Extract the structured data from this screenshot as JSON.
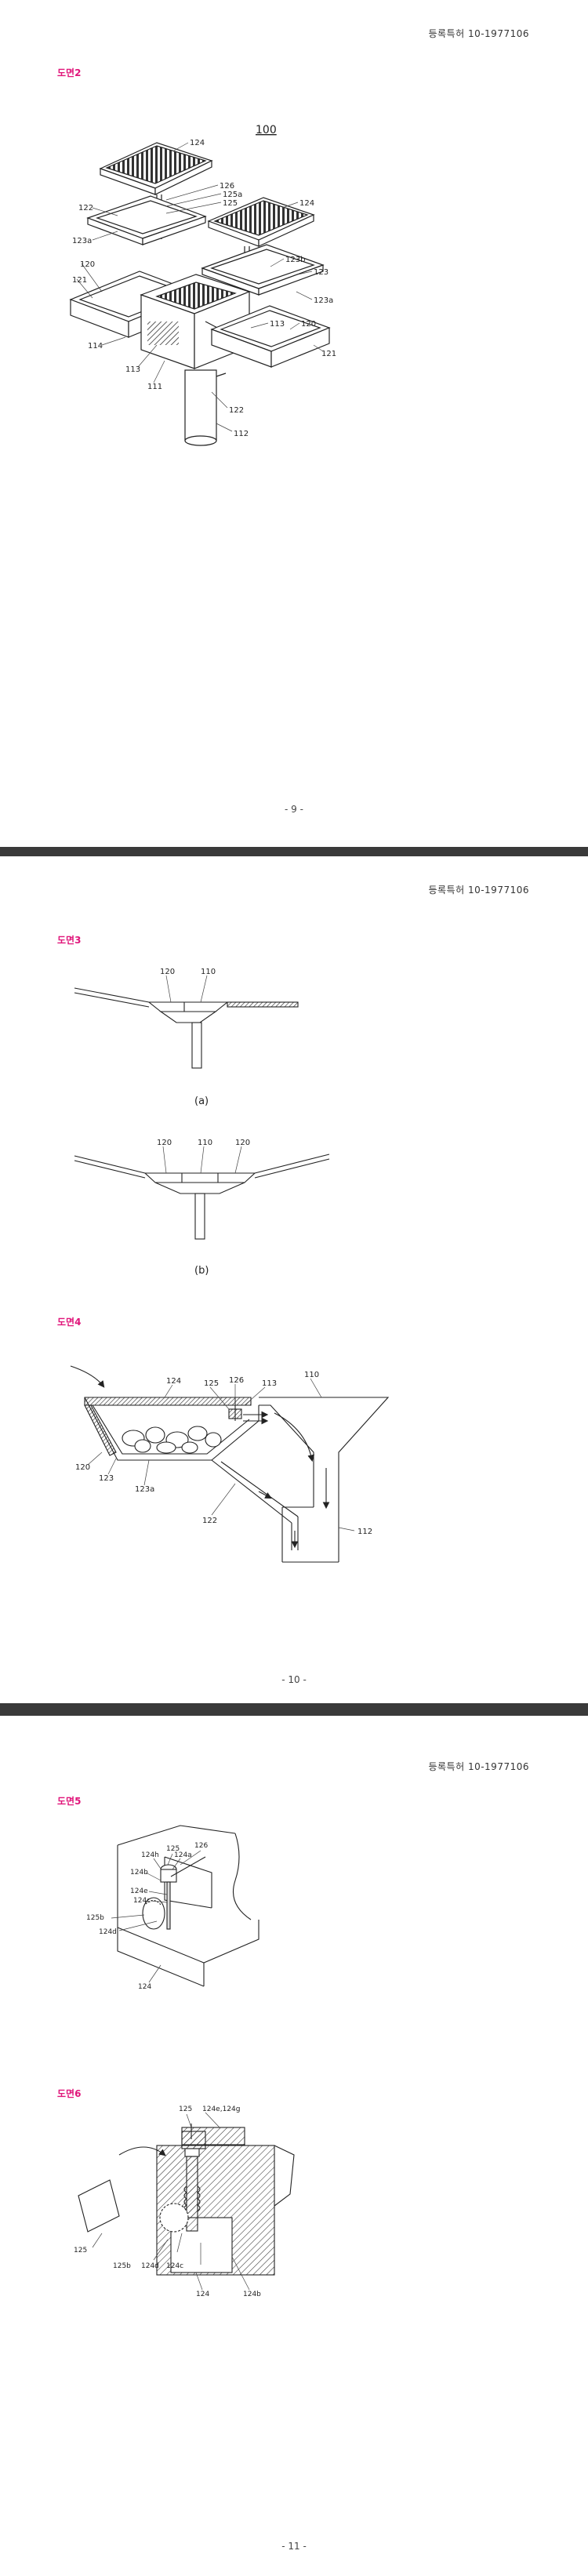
{
  "header_text": "등록특허 10-1977106",
  "pages": [
    {
      "figure_label": "도면2",
      "page_number": "- 9 -",
      "labels": {
        "main": "100",
        "l124a": "124",
        "l126": "126",
        "l125a": "125a",
        "l125": "125",
        "l122": "122",
        "l123a": "123a",
        "l124b": "124",
        "l120": "120",
        "l121": "121",
        "l123b": "123b",
        "l123": "123",
        "l123a2": "123a",
        "l114": "114",
        "l113": "113",
        "l111": "111",
        "l113b": "113",
        "l120b": "120",
        "l121b": "121",
        "l122b": "122",
        "l112": "112"
      }
    },
    {
      "figure_label": "도면3",
      "figure_label_2": "도면4",
      "page_number": "- 10 -",
      "sub_a": "(a)",
      "sub_b": "(b)",
      "labels": {
        "a120": "120",
        "a110": "110",
        "b120": "120",
        "b110": "110",
        "b120r": "120",
        "c124": "124",
        "c125": "125",
        "c126": "126",
        "c113": "113",
        "c110": "110",
        "c120": "120",
        "c123": "123",
        "c123a": "123a",
        "c122": "122",
        "c112": "112"
      }
    },
    {
      "figure_label": "도면5",
      "figure_label_2": "도면6",
      "page_number": "- 11 -",
      "labels": {
        "d125": "125",
        "d126": "126",
        "d124h": "124h",
        "d124a": "124a",
        "d124b": "124b",
        "d124e": "124e",
        "d124c": "124c",
        "d125b": "125b",
        "d124d": "124d",
        "d124": "124",
        "e125": "125",
        "e124e": "124e,124g",
        "e125l": "125",
        "e125b": "125b",
        "e124d": "124d",
        "e124c": "124c",
        "e124": "124",
        "e124b": "124b"
      }
    }
  ]
}
